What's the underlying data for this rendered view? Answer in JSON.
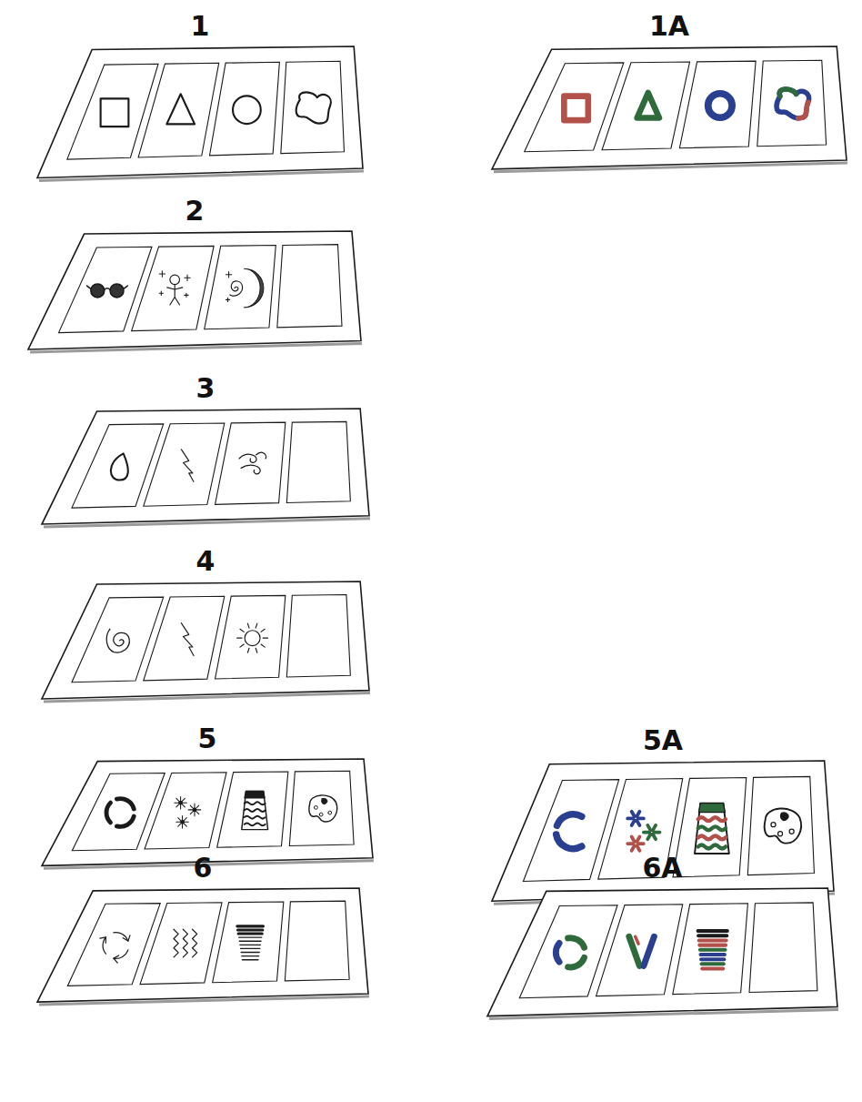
{
  "diagram": {
    "nodes": [
      {
        "text": [
          "1"
        ]
      },
      {
        "text": [
          "1A"
        ]
      },
      {
        "text": [
          "2"
        ]
      },
      {
        "text": [
          "3"
        ]
      },
      {
        "text": [
          "4"
        ]
      },
      {
        "text": [
          "5"
        ]
      },
      {
        "text": [
          "5A"
        ]
      },
      {
        "text": [
          "6"
        ]
      },
      {
        "text": [
          "6A"
        ]
      }
    ]
  }
}
